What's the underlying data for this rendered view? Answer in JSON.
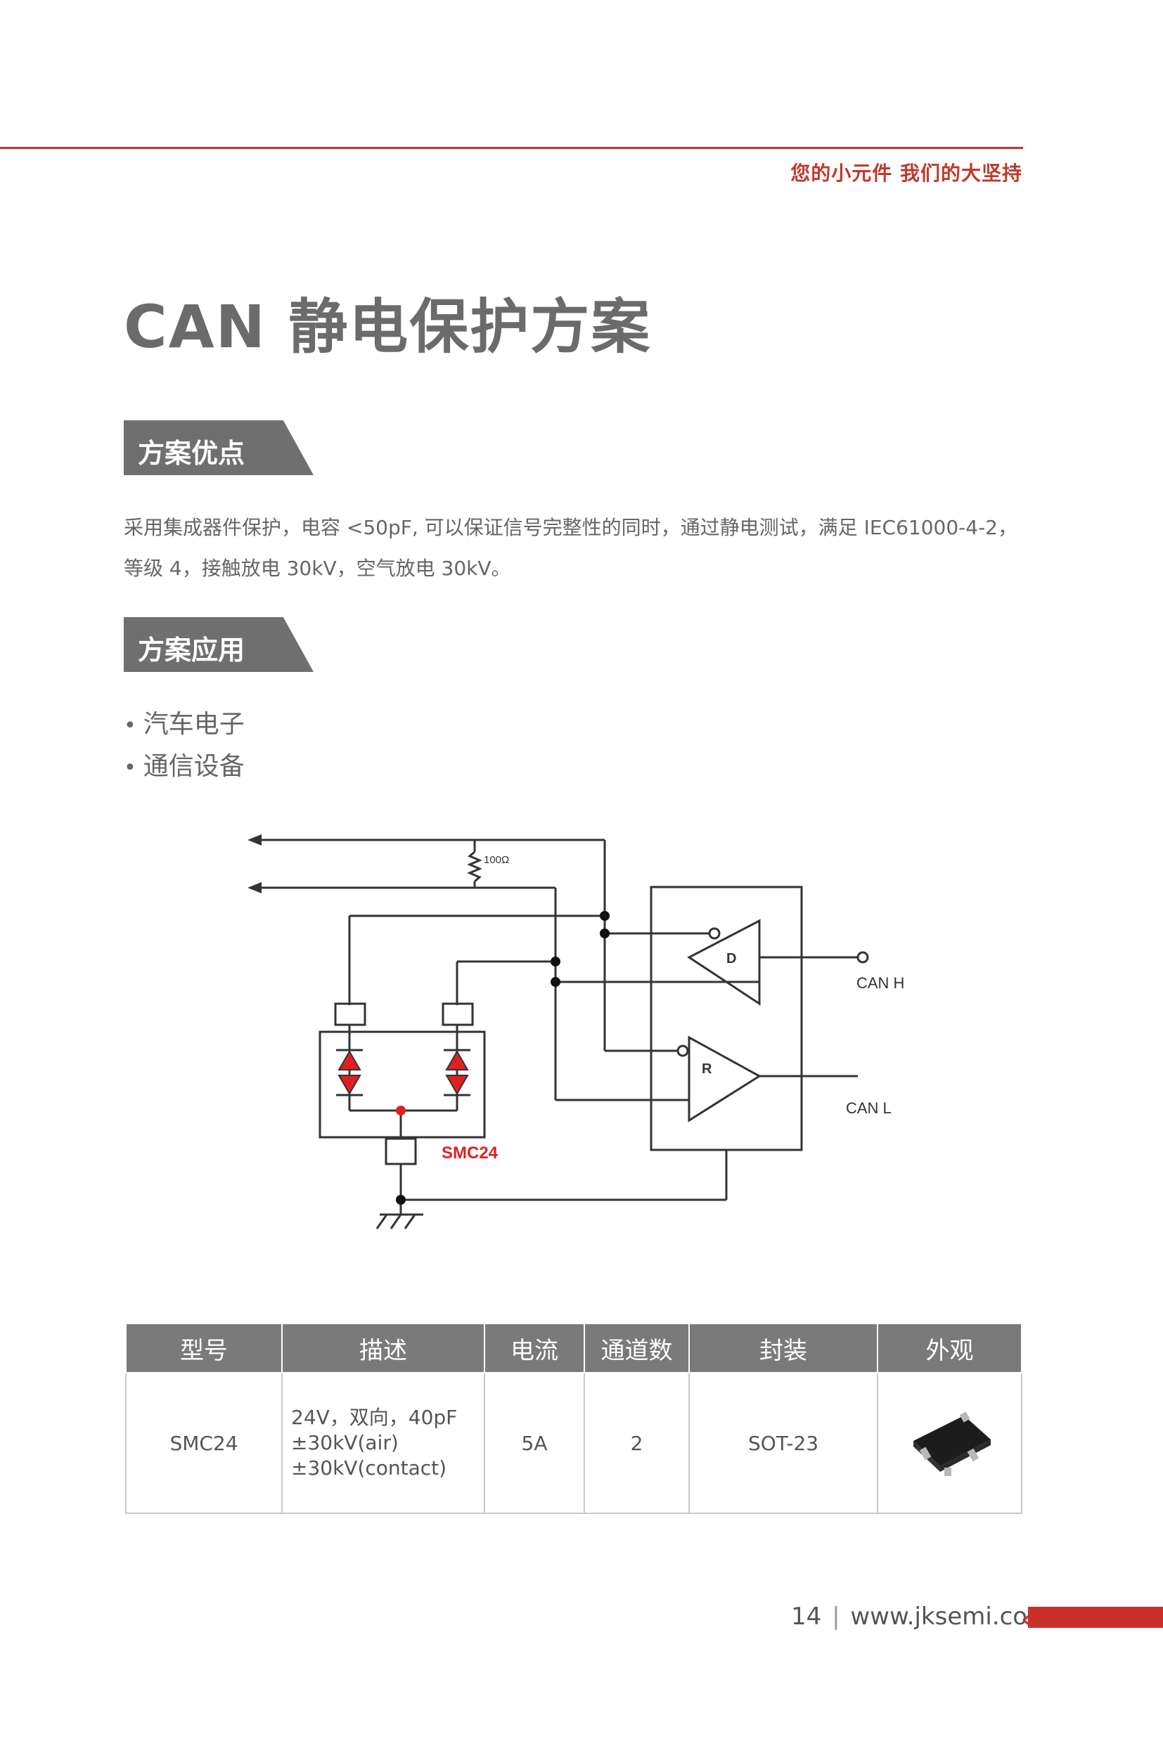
{
  "header": {
    "slogan": "您的小元件 我们的大坚持"
  },
  "page": {
    "title": "CAN 静电保护方案"
  },
  "sections": {
    "advantages": {
      "title": "方案优点",
      "lines": [
        "采用集成器件保护，电容 <50pF, 可以保证信号完整性的同时，通过静电测试，满足 IEC61000-4-2，",
        "等级 4，接触放电 30kV，空气放电 30kV。"
      ]
    },
    "applications": {
      "title": "方案应用",
      "items": [
        "汽车电子",
        "通信设备"
      ]
    }
  },
  "diagram": {
    "resistor_label": "100Ω",
    "driver_label": "D",
    "receiver_label": "R",
    "can_h": "CAN H",
    "can_l": "CAN L",
    "device_label": "SMC24",
    "accent_color": "#e02020"
  },
  "table": {
    "headers": [
      "型号",
      "描述",
      "电流",
      "通道数",
      "封装",
      "外观"
    ],
    "rows": [
      {
        "model": "SMC24",
        "desc": [
          "24V，双向，40pF",
          "±30kV(air)",
          "±30kV(contact)"
        ],
        "current": "5A",
        "channels": "2",
        "package": "SOT-23"
      }
    ]
  },
  "footer": {
    "page_number": "14",
    "website": "www.jksemi.com"
  },
  "colors": {
    "brand_red": "#c9302c",
    "tag_gray": "#6f6f6f",
    "header_gray": "#7a7a7a"
  }
}
